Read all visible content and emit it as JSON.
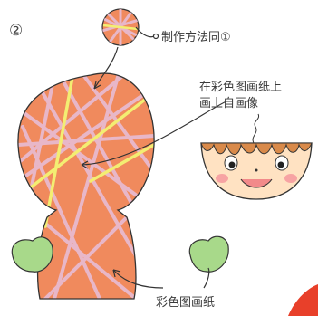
{
  "step_number": "②",
  "labels": {
    "same_as_step1": "制作方法同①",
    "draw_line1": "在彩色图画纸上",
    "draw_line2": "画上自画像",
    "colored_paper": "彩色图画纸"
  },
  "colors": {
    "body_fill": "#f08a5d",
    "body_stroke": "#333333",
    "strip_pink": "#e8b7c8",
    "strip_yellow": "#f3ee72",
    "mitten_green": "#a8d98a",
    "face_fill": "#ffe2c2",
    "face_blush": "#f7a3a3",
    "hair_brown": "#d98a4a",
    "corner_red": "#e8402a"
  }
}
